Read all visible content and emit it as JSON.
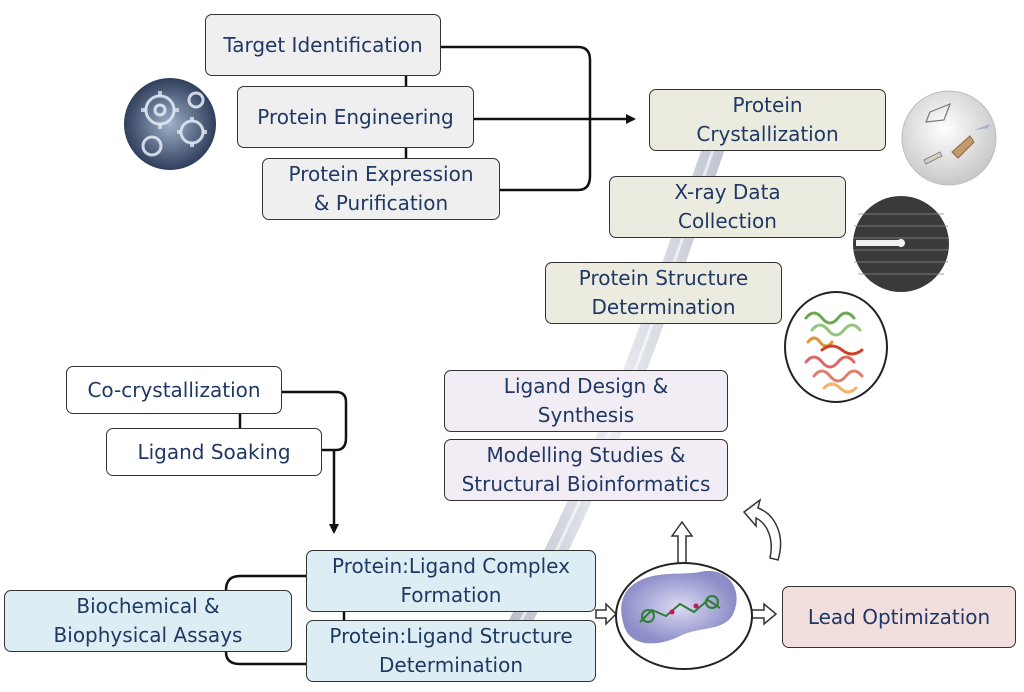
{
  "colors": {
    "text": "#1f3864",
    "gray_box": "#efefef",
    "tan_box": "#ecebdf",
    "lavender_box": "#f2ecf5",
    "blue_box": "#dceef3",
    "pink_box": "#f3dede",
    "connector": "#111111"
  },
  "top_group": {
    "target_identification": "Target Identification",
    "protein_engineering": "Protein Engineering",
    "protein_expression_line1": "Protein Expression",
    "protein_expression_line2": "& Purification"
  },
  "structure_group": {
    "crystallization_line1": "Protein",
    "crystallization_line2": "Crystallization",
    "xray_line1": "X-ray Data",
    "xray_line2": "Collection",
    "structure_line1": "Protein Structure",
    "structure_line2": "Determination"
  },
  "design_group": {
    "ligand_design_line1": "Ligand Design &",
    "ligand_design_line2": "Synthesis",
    "modelling_line1": "Modelling Studies &",
    "modelling_line2": "Structural Bioinformatics"
  },
  "complex_group": {
    "cocrystallization": "Co-crystallization",
    "ligand_soaking": "Ligand Soaking",
    "complex_formation_line1": "Protein:Ligand Complex",
    "complex_formation_line2": "Formation",
    "complex_structure_line1": "Protein:Ligand Structure",
    "complex_structure_line2": "Determination",
    "assays_line1": "Biochemical &",
    "assays_line2": "Biophysical Assays",
    "lead_optimization": "Lead Optimization"
  },
  "icons": [
    "gears-icon",
    "crystal-drop-icon",
    "diffraction-pattern-icon",
    "protein-structure-icon",
    "ligand-binding-pocket-icon"
  ]
}
